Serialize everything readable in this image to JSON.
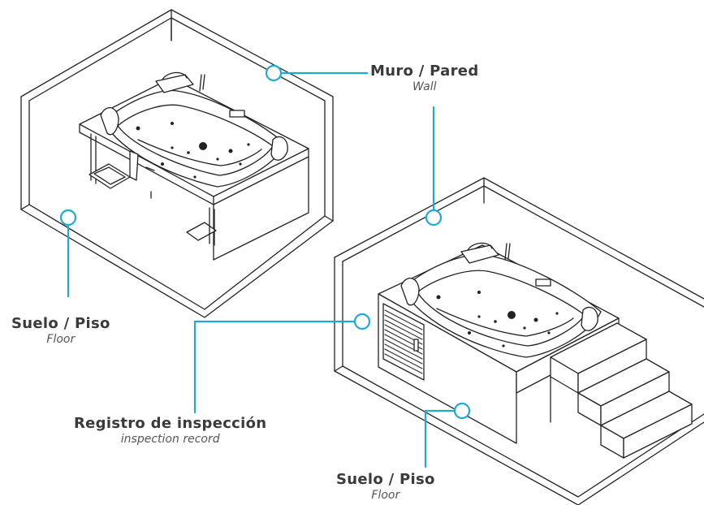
{
  "colors": {
    "accent": "#1fa9d6",
    "line": "#222222",
    "text": "#3a3a3a",
    "subtext": "#555555"
  },
  "labels": {
    "wall": {
      "main": "Muro / Pared",
      "sub": "Wall"
    },
    "floor_left": {
      "main": "Suelo / Piso",
      "sub": "Floor"
    },
    "inspection": {
      "main": "Registro de inspección",
      "sub": "inspection record"
    },
    "floor_right": {
      "main": "Suelo / Piso",
      "sub": "Floor"
    }
  }
}
